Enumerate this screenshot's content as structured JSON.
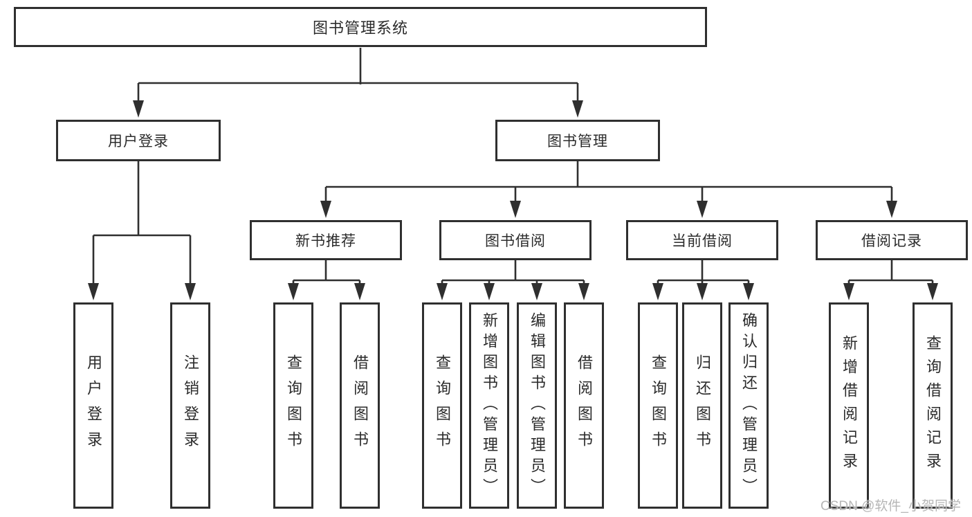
{
  "diagram": {
    "type": "hierarchy-tree",
    "tree": {
      "root": {
        "label": "图书管理系统"
      },
      "branches": [
        {
          "label": "用户登录",
          "children": [
            {
              "label": "用户登录"
            },
            {
              "label": "注销登录"
            }
          ]
        },
        {
          "label": "图书管理",
          "children": [
            {
              "label": "新书推荐",
              "children": [
                {
                  "label": "查询图书"
                },
                {
                  "label": "借阅图书"
                }
              ]
            },
            {
              "label": "图书借阅",
              "children": [
                {
                  "label": "查询图书"
                },
                {
                  "label": "新增图书（管理员）"
                },
                {
                  "label": "编辑图书（管理员）"
                },
                {
                  "label": "借阅图书"
                }
              ]
            },
            {
              "label": "当前借阅",
              "children": [
                {
                  "label": "查询图书"
                },
                {
                  "label": "归还图书"
                },
                {
                  "label": "确认归还（管理员）"
                }
              ]
            },
            {
              "label": "借阅记录",
              "children": [
                {
                  "label": "新增借阅记录"
                },
                {
                  "label": "查询借阅记录"
                }
              ]
            }
          ]
        }
      ]
    },
    "colors": {
      "line": "#2f2f2f",
      "box_border": "#2f2f2f",
      "box_fill": "#ffffff",
      "background": "#ffffff",
      "watermark": "#b2b2b2"
    },
    "watermark": {
      "text": "CSDN @软件_小贺同学"
    }
  }
}
